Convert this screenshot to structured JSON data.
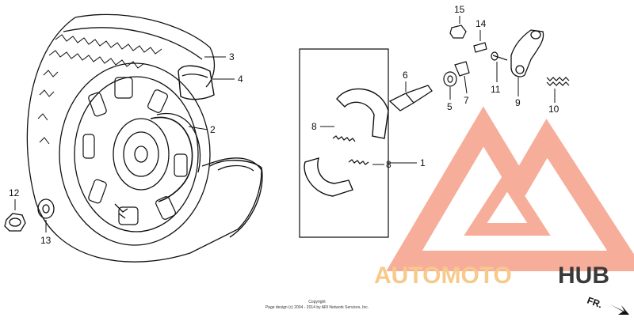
{
  "diagram": {
    "callouts": [
      {
        "id": "c1",
        "text": "1"
      },
      {
        "id": "c2",
        "text": "2"
      },
      {
        "id": "c3",
        "text": "3"
      },
      {
        "id": "c4",
        "text": "4"
      },
      {
        "id": "c5",
        "text": "5"
      },
      {
        "id": "c6",
        "text": "6"
      },
      {
        "id": "c7",
        "text": "7"
      },
      {
        "id": "c8a",
        "text": "8"
      },
      {
        "id": "c8b",
        "text": "8"
      },
      {
        "id": "c9",
        "text": "9"
      },
      {
        "id": "c10",
        "text": "10"
      },
      {
        "id": "c11",
        "text": "11"
      },
      {
        "id": "c12",
        "text": "12"
      },
      {
        "id": "c13",
        "text": "13"
      },
      {
        "id": "c14",
        "text": "14"
      },
      {
        "id": "c15",
        "text": "15"
      }
    ],
    "direction_label": "FR.",
    "copyright_line1": "Copyright",
    "copyright_line2": "Page design (c) 2004 - 2014 by ARI Network Services, Inc."
  },
  "watermark": {
    "brand_part1": "AUTOMOTO",
    "brand_part2": "HUB",
    "color_primary": "#f5a08a",
    "color_accent": "#f7c98a",
    "color_dark": "#3a3a3a"
  }
}
